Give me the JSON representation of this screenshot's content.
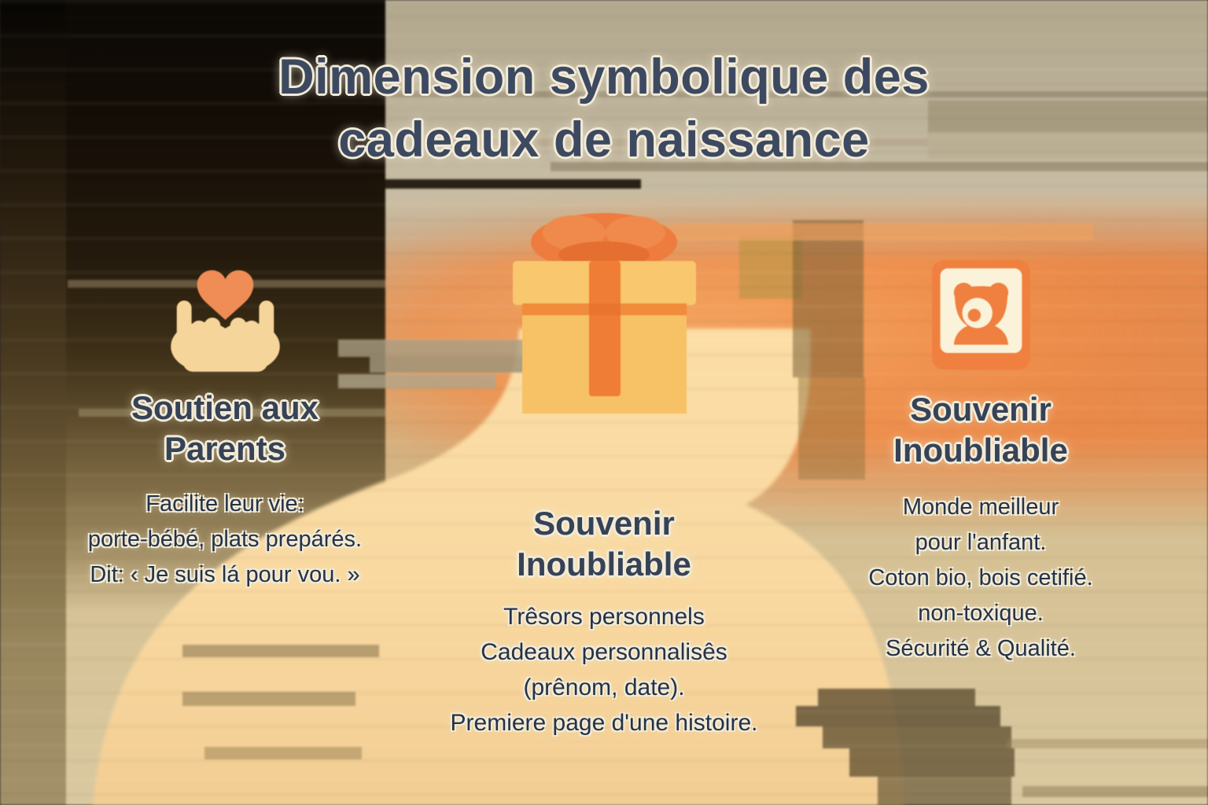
{
  "title": {
    "line1": "Dimension symbolique des",
    "line2": "cadeaux de naissance"
  },
  "columns": {
    "left": {
      "icon": "hands-holding-heart-icon",
      "heading1": "Soutien aux",
      "heading2": "Parents",
      "lines": [
        "Facilite leur vie:",
        "porte-bébé, plats prepárés.",
        "Dit: ‹ Je suis lá pour vou. »"
      ]
    },
    "center": {
      "icon": "gift-box-icon",
      "heading1": "Souvenir",
      "heading2": "Inoubliable",
      "lines": [
        "Trêsors personnels",
        "Cadeaux personnalisês",
        "(prênom, date).",
        "Premiere page d'une histoire."
      ]
    },
    "right": {
      "icon": "teddy-bear-badge-icon",
      "heading1": "Souvenir",
      "heading2": "Inoubliable",
      "lines": [
        "Monde meilleur",
        "pour l'anfant.",
        "Coton bio, bois cetifié.",
        "non-toxique.",
        "Sécurité & Qualité."
      ]
    }
  },
  "colors": {
    "accent_orange": "#ef7d33",
    "bow_orange": "#ee7c3e",
    "gift_yellow": "#f8c76d",
    "cream_body": "#f9d9a0",
    "hands_cream": "#f6d59a",
    "heart_orange": "#f08c55",
    "badge_orange": "#f0803f",
    "badge_panel_cream": "#fbf2da",
    "title_ink": "#3d4961",
    "body_ink": "#243248",
    "halo": "#f2ebd7",
    "dark_corner": "#0b0804"
  }
}
